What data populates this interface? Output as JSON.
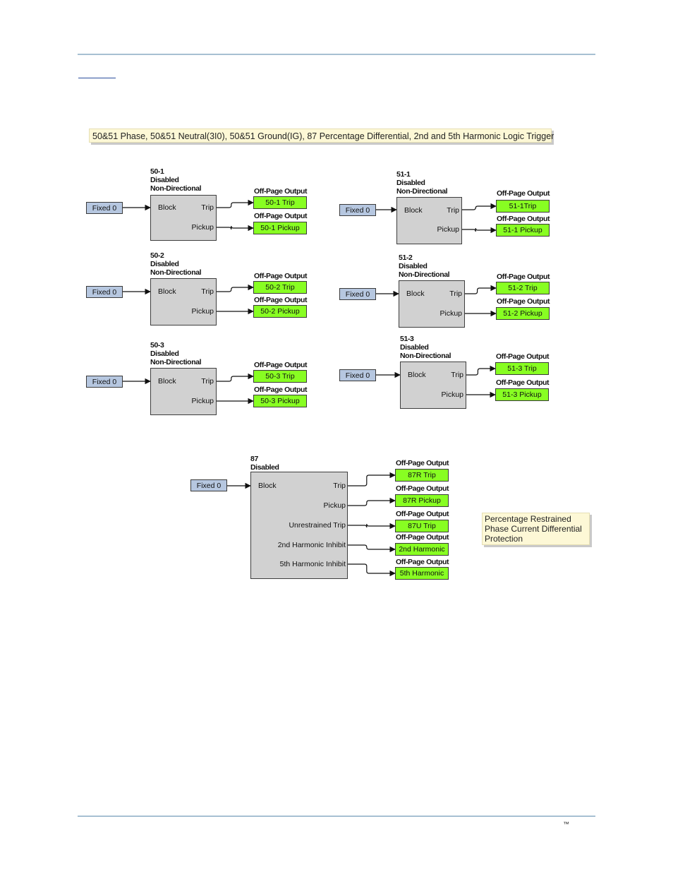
{
  "page": {
    "footer_mark": "™"
  },
  "title_note": "50&51 Phase, 50&51 Neutral(3I0), 50&51 Ground(IG), 87 Percentage Differential, 2nd and 5th Harmonic Logic Trigger",
  "side_note": [
    "Percentage Restrained",
    "Phase Current Differential",
    "Protection"
  ],
  "input_label": "Fixed 0",
  "output_heading": "Off-Page Output",
  "blocks": [
    {
      "id": "50-1",
      "status": "Disabled",
      "mode": "Non-Directional",
      "in_port": "Block",
      "ports": [
        "Trip",
        "Pickup"
      ],
      "outputs": [
        "50-1 Trip",
        "50-1 Pickup"
      ]
    },
    {
      "id": "51-1",
      "status": "Disabled",
      "mode": "Non-Directional",
      "in_port": "Block",
      "ports": [
        "Trip",
        "Pickup"
      ],
      "outputs": [
        "51-1Trip",
        "51-1 Pickup"
      ]
    },
    {
      "id": "50-2",
      "status": "Disabled",
      "mode": "Non-Directional",
      "in_port": "Block",
      "ports": [
        "Trip",
        "Pickup"
      ],
      "outputs": [
        "50-2 Trip",
        "50-2 Pickup"
      ]
    },
    {
      "id": "51-2",
      "status": "Disabled",
      "mode": "Non-Directional",
      "in_port": "Block",
      "ports": [
        "Trip",
        "Pickup"
      ],
      "outputs": [
        "51-2 Trip",
        "51-2 Pickup"
      ]
    },
    {
      "id": "50-3",
      "status": "Disabled",
      "mode": "Non-Directional",
      "in_port": "Block",
      "ports": [
        "Trip",
        "Pickup"
      ],
      "outputs": [
        "50-3 Trip",
        "50-3 Pickup"
      ]
    },
    {
      "id": "51-3",
      "status": "Disabled",
      "mode": "Non-Directional",
      "in_port": "Block",
      "ports": [
        "Trip",
        "Pickup"
      ],
      "outputs": [
        "51-3 Trip",
        "51-3 Pickup"
      ]
    },
    {
      "id": "87",
      "status": "Disabled",
      "in_port": "Block",
      "ports": [
        "Trip",
        "Pickup",
        "Unrestrained Trip",
        "2nd Harmonic Inhibit",
        "5th Harmonic Inhibit"
      ],
      "outputs": [
        "87R Trip",
        "87R Pickup",
        "87U Trip",
        "2nd Harmonic",
        "5th Harmonic"
      ]
    }
  ],
  "colors": {
    "input_fill": "#b6c7e0",
    "block_fill": "#d1d1d1",
    "output_fill": "#88fe22",
    "note_fill": "#fdf8d6",
    "rule": "#a7c0d2"
  }
}
